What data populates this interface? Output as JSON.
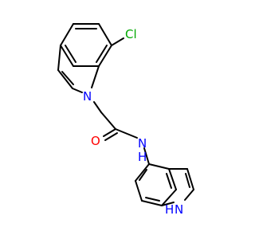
{
  "molecule": {
    "atoms": {
      "cl": {
        "text": "Cl",
        "color": "#00a800"
      },
      "n_indole1": {
        "text": "N",
        "color": "#0000ff"
      },
      "o_carbonyl": {
        "text": "O",
        "color": "#ff0000"
      },
      "n_amide": {
        "text": "N",
        "color": "#0000ff"
      },
      "h_amide": {
        "text": "H",
        "color": "#0000ff"
      },
      "n_indole2": {
        "text": "N",
        "color": "#0000ff"
      },
      "h_indole2": {
        "text": "H",
        "color": "#0000ff"
      }
    },
    "bond_color": "#000000"
  }
}
